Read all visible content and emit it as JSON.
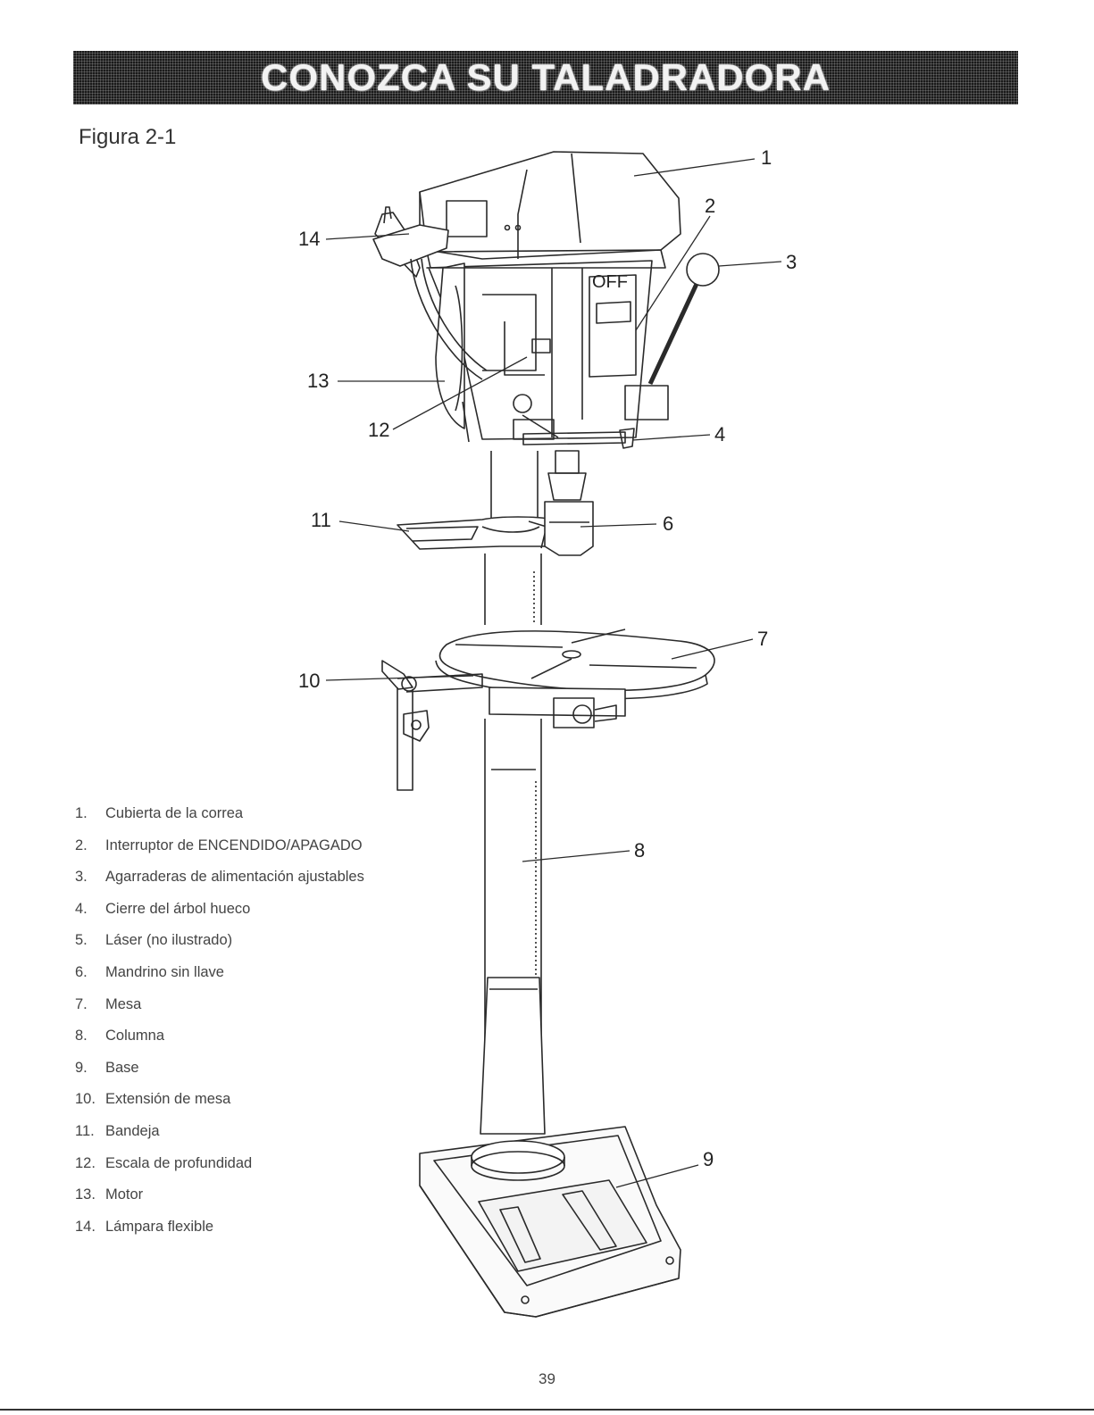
{
  "header": {
    "title": "CONOZCA SU TALADRADORA"
  },
  "figure": {
    "label": "Figura 2-1",
    "callouts": [
      "1",
      "2",
      "3",
      "4",
      "6",
      "7",
      "8",
      "9",
      "10",
      "11",
      "12",
      "13",
      "14"
    ]
  },
  "parts": [
    {
      "number": "1.",
      "label": "Cubierta de la correa"
    },
    {
      "number": "2.",
      "label": "Interruptor de ENCENDIDO/APAGADO"
    },
    {
      "number": "3.",
      "label": "Agarraderas de alimentación ajustables"
    },
    {
      "number": "4.",
      "label": "Cierre del árbol hueco"
    },
    {
      "number": "5.",
      "label": "Láser (no ilustrado)"
    },
    {
      "number": "6.",
      "label": "Mandrino sin llave"
    },
    {
      "number": "7.",
      "label": "Mesa"
    },
    {
      "number": "8.",
      "label": "Columna"
    },
    {
      "number": "9.",
      "label": "Base"
    },
    {
      "number": "10.",
      "label": "Extensión de mesa"
    },
    {
      "number": "11.",
      "label": "Bandeja"
    },
    {
      "number": "12.",
      "label": "Escala de profundidad"
    },
    {
      "number": "13.",
      "label": "Motor"
    },
    {
      "number": "14.",
      "label": "Lámpara flexible"
    }
  ],
  "switch_text": "OFF",
  "page_number": "39"
}
